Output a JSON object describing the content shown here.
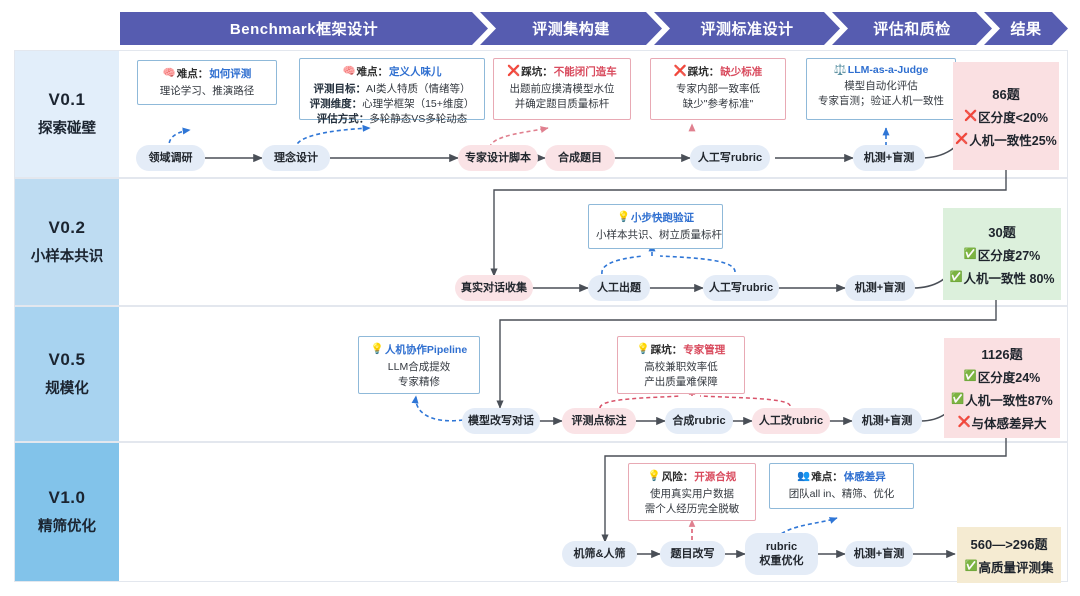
{
  "banner": {
    "stages": [
      {
        "label": "Benchmark框架设计"
      },
      {
        "label": "评测集构建"
      },
      {
        "label": "评测标准设计"
      },
      {
        "label": "评估和质检"
      },
      {
        "label": "结果"
      }
    ],
    "color": "#565cb0"
  },
  "rows": [
    {
      "version": "V0.1",
      "name": "探索碰壁",
      "band_color": "#e2eefa",
      "notes": [
        {
          "icon": "brain-icon",
          "glyph": "🧠",
          "label": "难点：",
          "value": "如何评测",
          "tone": "blue",
          "lines": [
            {
              "text": "理论学习、推演路径"
            }
          ]
        },
        {
          "icon": "brain-icon",
          "glyph": "🧠",
          "label": "难点：",
          "value": "定义人味儿",
          "tone": "blue",
          "lines": [
            {
              "k": "评测目标：",
              "text": "AI类人特质（情绪等）"
            },
            {
              "k": "评测维度：",
              "text": "心理学框架（15+维度）"
            },
            {
              "k": "评估方式：",
              "text": "多轮静态VS多轮动态"
            }
          ]
        },
        {
          "icon": "cross-icon",
          "glyph": "❌",
          "label": "踩坑：",
          "value": "不能闭门造车",
          "tone": "red",
          "lines": [
            {
              "text": "出题前应摸清模型水位"
            },
            {
              "text": "并确定题目质量标杆"
            }
          ]
        },
        {
          "icon": "cross-icon",
          "glyph": "❌",
          "label": "踩坑：",
          "value": "缺少标准",
          "tone": "red",
          "lines": [
            {
              "text": "专家内部一致率低"
            },
            {
              "text": "缺少\"参考标准\""
            }
          ]
        },
        {
          "icon": "judge-icon",
          "glyph": "⚖️",
          "label": "",
          "value": "LLM-as-a-Judge",
          "tone": "blue",
          "lines": [
            {
              "text": "模型自动化评估"
            },
            {
              "text": "专家盲测；验证人机一致性"
            }
          ]
        }
      ],
      "nodes": [
        {
          "label": "领域调研",
          "tone": "blue"
        },
        {
          "label": "理念设计",
          "tone": "blue"
        },
        {
          "label": "专家设计脚本",
          "tone": "pink"
        },
        {
          "label": "合成题目",
          "tone": "pink"
        },
        {
          "label": "人工写rubric",
          "tone": "blue"
        },
        {
          "label": "机测+盲测",
          "tone": "blue"
        }
      ],
      "result": {
        "bg": "#fae0e2",
        "top": "86题",
        "lines": [
          {
            "glyph": "❌",
            "text": "区分度<20%"
          },
          {
            "glyph": "❌",
            "text": "人机一致性25%"
          }
        ]
      }
    },
    {
      "version": "V0.2",
      "name": "小样本共识",
      "band_color": "#bedcf2",
      "notes": [
        {
          "icon": "bulb-icon",
          "glyph": "💡",
          "label": "",
          "value": "小步快跑验证",
          "tone": "blue",
          "lines": [
            {
              "text": "小样本共识、树立质量标杆"
            }
          ]
        }
      ],
      "nodes": [
        {
          "label": "真实对话收集",
          "tone": "pink"
        },
        {
          "label": "人工出题",
          "tone": "blue"
        },
        {
          "label": "人工写rubric",
          "tone": "blue"
        },
        {
          "label": "机测+盲测",
          "tone": "blue"
        }
      ],
      "result": {
        "bg": "#dcf0dc",
        "top": "30题",
        "lines": [
          {
            "glyph": "✅",
            "text": "区分度27%"
          },
          {
            "glyph": "✅",
            "text": "人机一致性 80%"
          }
        ]
      }
    },
    {
      "version": "V0.5",
      "name": "规模化",
      "band_color": "#a8d3f0",
      "notes": [
        {
          "icon": "bulb-icon",
          "glyph": "💡",
          "label": "",
          "value": "人机协作Pipeline",
          "tone": "blue",
          "lines": [
            {
              "text": "LLM合成提效"
            },
            {
              "text": "专家精修"
            }
          ]
        },
        {
          "icon": "bulb-icon",
          "glyph": "💡",
          "label": "踩坑：",
          "value": "专家管理",
          "tone": "red",
          "lines": [
            {
              "text": "高校兼职效率低"
            },
            {
              "text": "产出质量难保障"
            }
          ]
        }
      ],
      "nodes": [
        {
          "label": "模型改写对话",
          "tone": "blue"
        },
        {
          "label": "评测点标注",
          "tone": "pink"
        },
        {
          "label": "合成rubric",
          "tone": "blue"
        },
        {
          "label": "人工改rubric",
          "tone": "pink"
        },
        {
          "label": "机测+盲测",
          "tone": "blue"
        }
      ],
      "result": {
        "bg": "#fae0e2",
        "top": "1126题",
        "lines": [
          {
            "glyph": "✅",
            "text": "区分度24%"
          },
          {
            "glyph": "✅",
            "text": "人机一致性87%"
          },
          {
            "glyph": "❌",
            "text": "与体感差异大"
          }
        ]
      }
    },
    {
      "version": "V1.0",
      "name": "精筛优化",
      "band_color": "#82c3ea",
      "notes": [
        {
          "icon": "bulb-icon",
          "glyph": "💡",
          "label": "风险：",
          "value": "开源合规",
          "tone": "red",
          "lines": [
            {
              "text": "使用真实用户数据"
            },
            {
              "text": "需个人经历完全脱敏"
            }
          ]
        },
        {
          "icon": "team-icon",
          "glyph": "👥",
          "label": "难点：",
          "value": "体感差异",
          "tone": "blue",
          "lines": [
            {
              "text": "团队all in、精筛、优化"
            }
          ]
        }
      ],
      "nodes": [
        {
          "label": "机筛&人筛",
          "tone": "blue"
        },
        {
          "label": "题目改写",
          "tone": "blue"
        },
        {
          "label": "rubric",
          "label2": "权重优化",
          "tone": "blue"
        },
        {
          "label": "机测+盲测",
          "tone": "blue"
        }
      ],
      "result": {
        "bg": "#f5ebd2",
        "top": "560—>296题",
        "lines": [
          {
            "glyph": "✅",
            "text": "高质量评测集"
          }
        ]
      }
    }
  ]
}
